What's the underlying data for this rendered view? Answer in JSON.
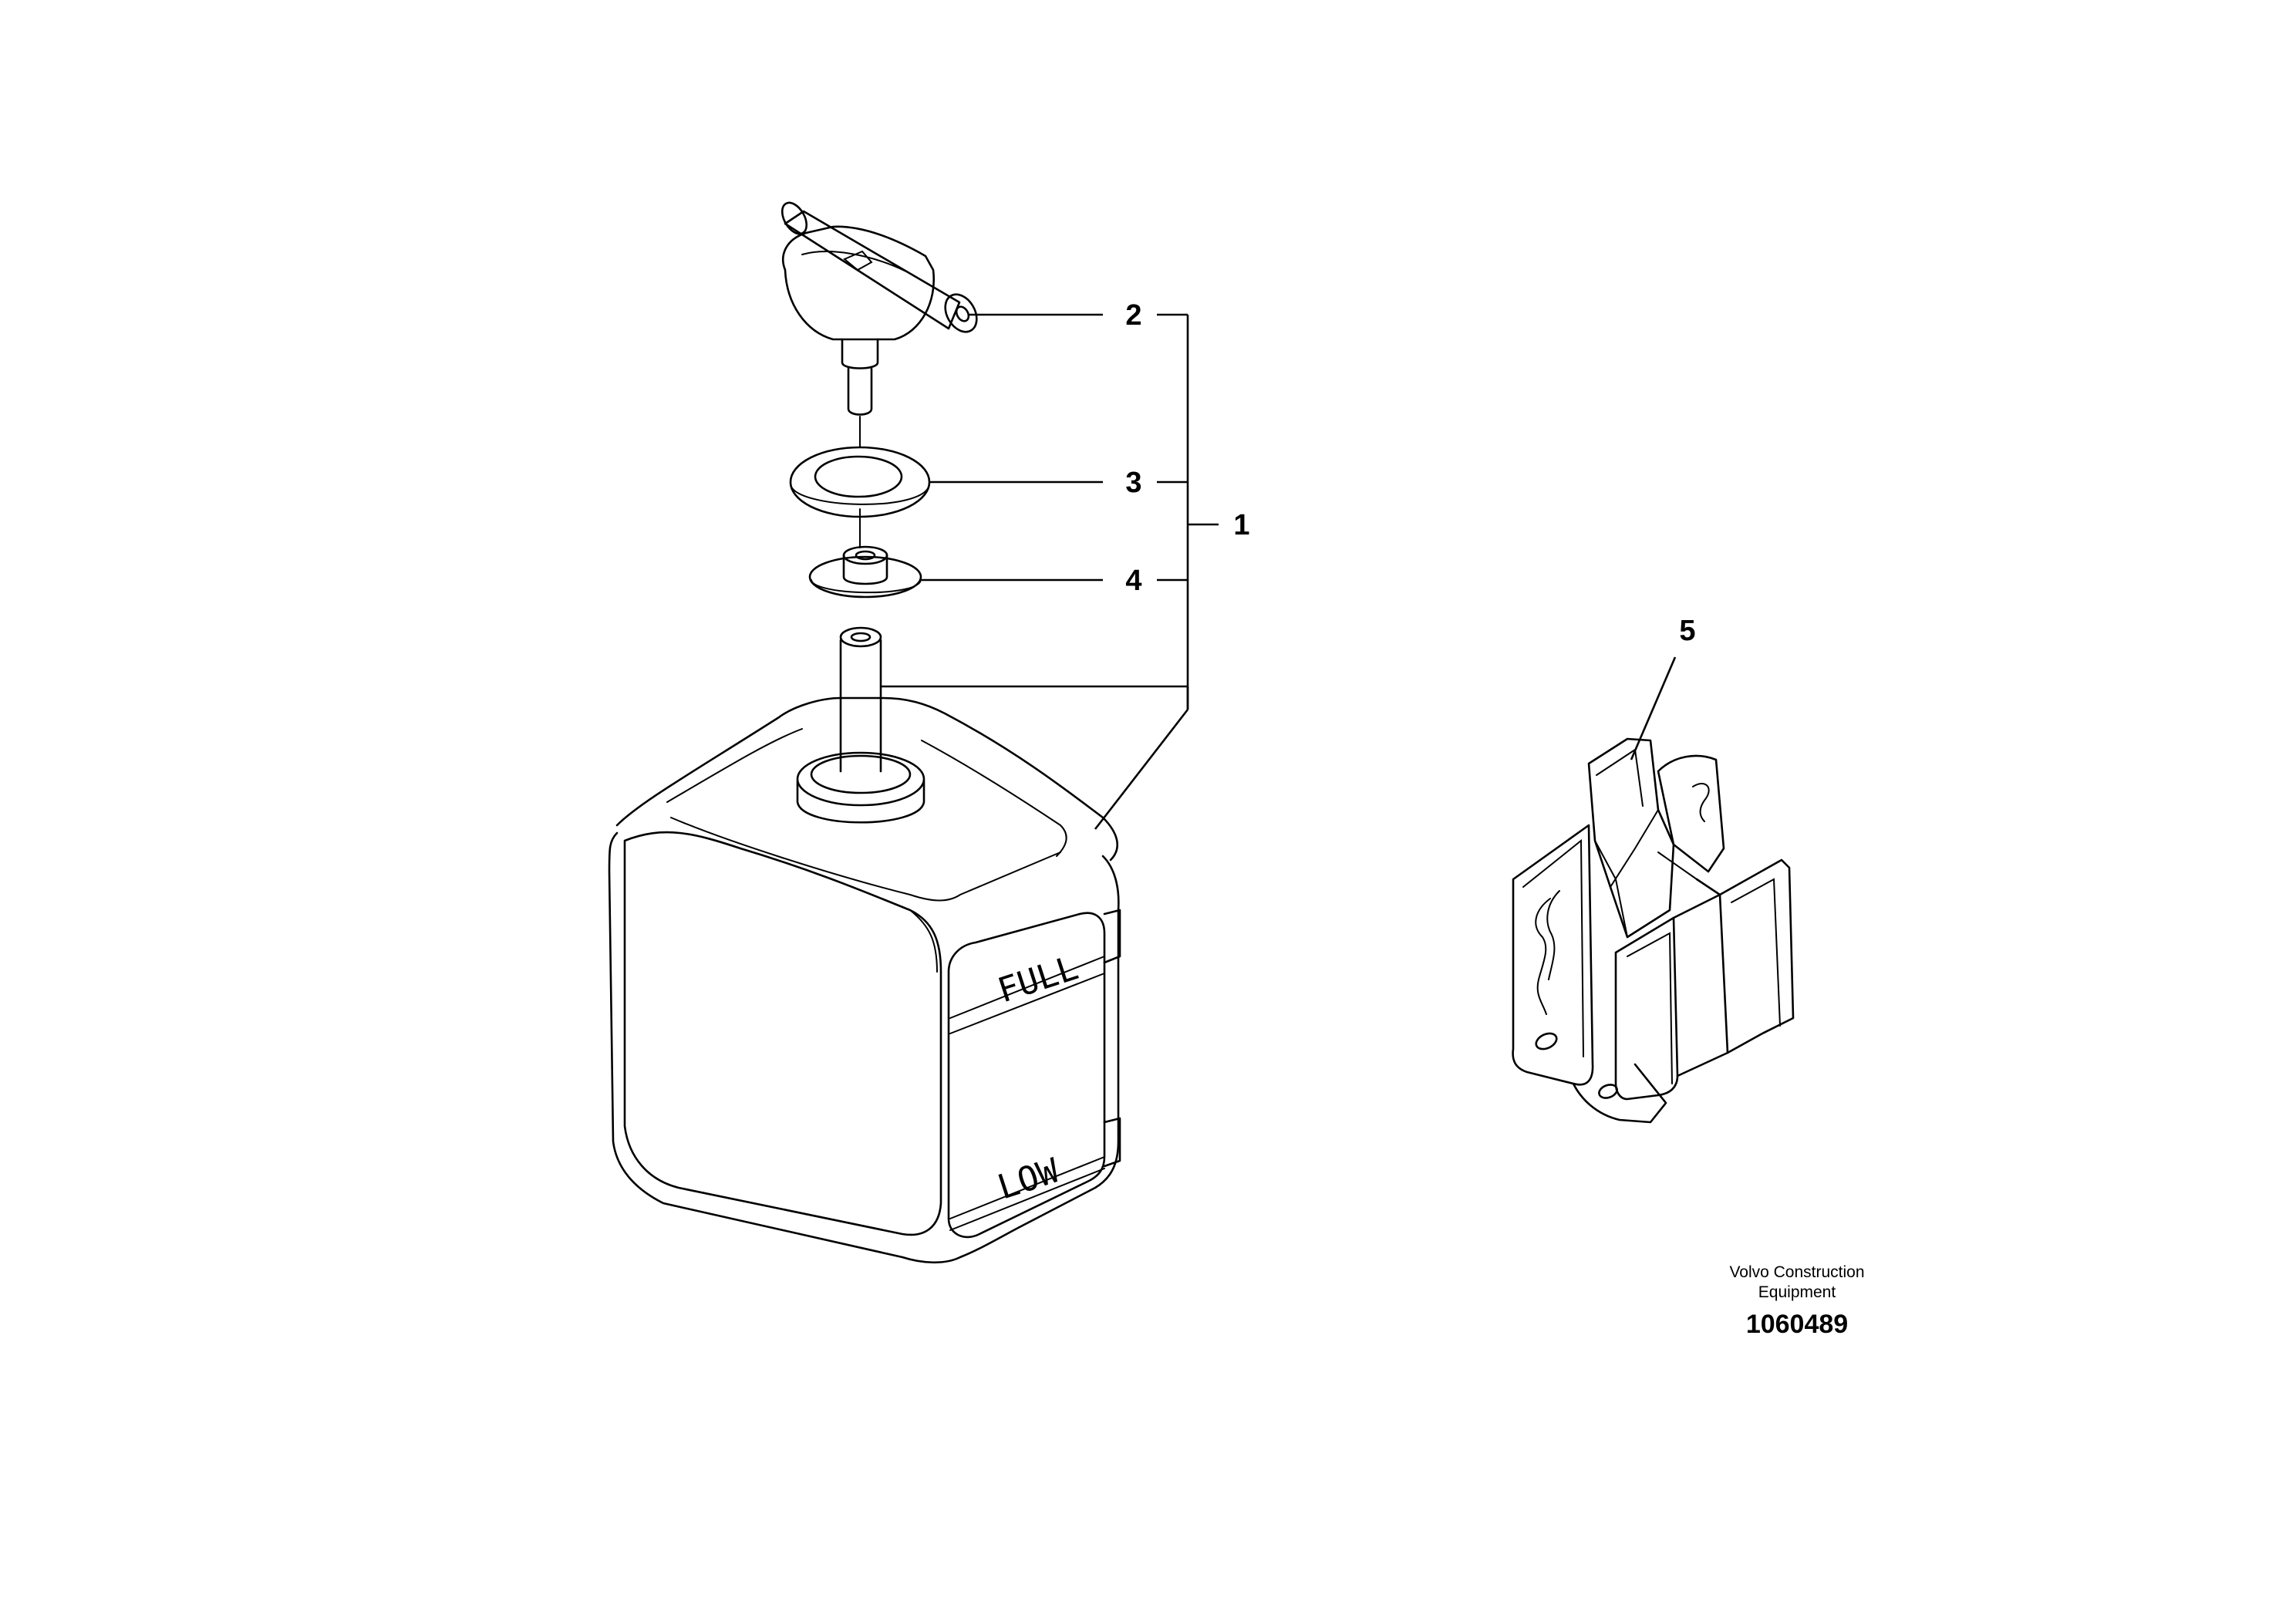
{
  "callouts": {
    "assembly": "1",
    "fitting": "2",
    "gasket": "3",
    "grommet": "4",
    "bracket": "5"
  },
  "tank_labels": {
    "full": "FULL",
    "low": "LOW"
  },
  "footer": {
    "brand_line1": "Volvo Construction",
    "brand_line2": "Equipment",
    "part_number": "1060489"
  }
}
